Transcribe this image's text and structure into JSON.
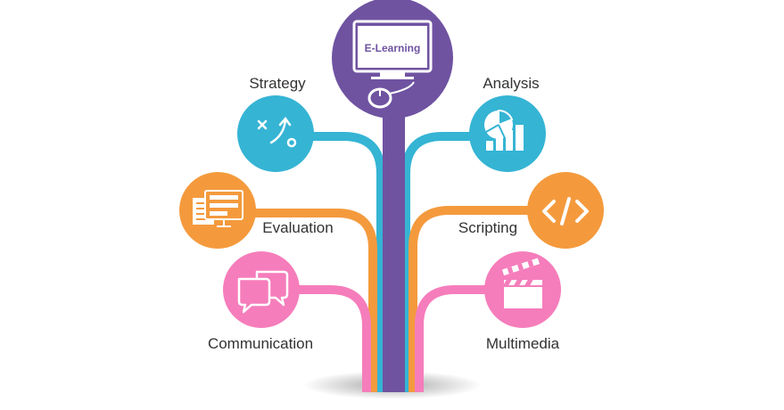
{
  "center": {
    "label": "E-Learning",
    "color": "#6f53a1",
    "icon": "computer-mouse-icon"
  },
  "branches": [
    {
      "key": "strategy",
      "label": "Strategy",
      "color": "#35b4d4",
      "icon": "strategy-play-icon"
    },
    {
      "key": "evaluation",
      "label": "Evaluation",
      "color": "#f49a3d",
      "icon": "form-monitor-icon"
    },
    {
      "key": "communication",
      "label": "Communication",
      "color": "#f57dbb",
      "icon": "chat-bubbles-icon"
    },
    {
      "key": "analysis",
      "label": "Analysis",
      "color": "#35b4d4",
      "icon": "pie-bar-chart-icon"
    },
    {
      "key": "scripting",
      "label": "Scripting",
      "color": "#f49a3d",
      "icon": "code-tag-icon"
    },
    {
      "key": "multimedia",
      "label": "Multimedia",
      "color": "#f57dbb",
      "icon": "clapperboard-icon"
    }
  ]
}
